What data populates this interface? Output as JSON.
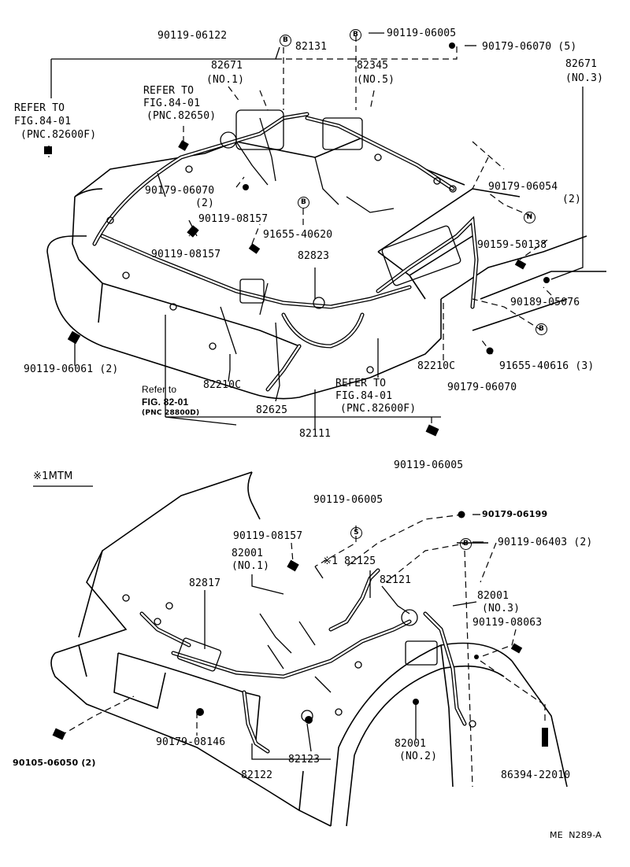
{
  "top": {
    "labels": {
      "p1": "90119-06122",
      "p2": "82131",
      "p3": "90119-06005",
      "p4": "90179-06070 (5)",
      "p5": "82671",
      "p5b": "(NO.1)",
      "p6": "82345",
      "p6b": "(NO.5)",
      "p7": "82671",
      "p7b": "(NO.3)",
      "p8a": "REFER TO",
      "p8b": "FIG.84-01",
      "p8c": "(PNC.82650)",
      "p9a": "REFER TO",
      "p9b": "FIG.84-01",
      "p9c": "(PNC.82600F)",
      "p10": "90179-06070",
      "p10b": "(2)",
      "p11": "90119-08157",
      "p12": "90179-06054",
      "p12b": "(2)",
      "p13": "91655-40620",
      "p14": "90159-50138",
      "p15": "90119-08157",
      "p16": "82823",
      "p17": "90189-05076",
      "p18": "90119-06061 (2)",
      "p19": "91655-40616 (3)",
      "p20": "82210C",
      "p21": "90179-06070",
      "p22a": "Refer to",
      "p22b": "FIG. 82-01",
      "p22c": "(PNC 28800D)",
      "p23": "82210C",
      "p24": "82625",
      "p25a": "REFER TO",
      "p25b": "FIG.84-01",
      "p25c": "(PNC.82600F)",
      "p26": "82111",
      "p27": "90119-06005"
    },
    "badges": {
      "b1": "B",
      "b2": "B",
      "b3": "B",
      "b4": "N",
      "b5": "B"
    }
  },
  "section_note": "※1MTM",
  "bottom": {
    "labels": {
      "q1": "90119-06005",
      "q2": "90179-06199",
      "q3": "90119-08157",
      "q4": "90119-06403 (2)",
      "q5": "82001",
      "q5b": "(NO.1)",
      "q6": "※1 82125",
      "q7": "82817",
      "q8": "82121",
      "q9": "82001",
      "q9b": "(NO.3)",
      "q10": "90119-08063",
      "q11": "90105-06050 (2)",
      "q12": "90179-08146",
      "q13": "82123",
      "q14": "82001",
      "q14b": "(NO.2)",
      "q15": "82122",
      "q16": "86394-22010"
    },
    "badges": {
      "s1": "S",
      "s2": "B"
    }
  },
  "footer_code": "ME  N289-A"
}
